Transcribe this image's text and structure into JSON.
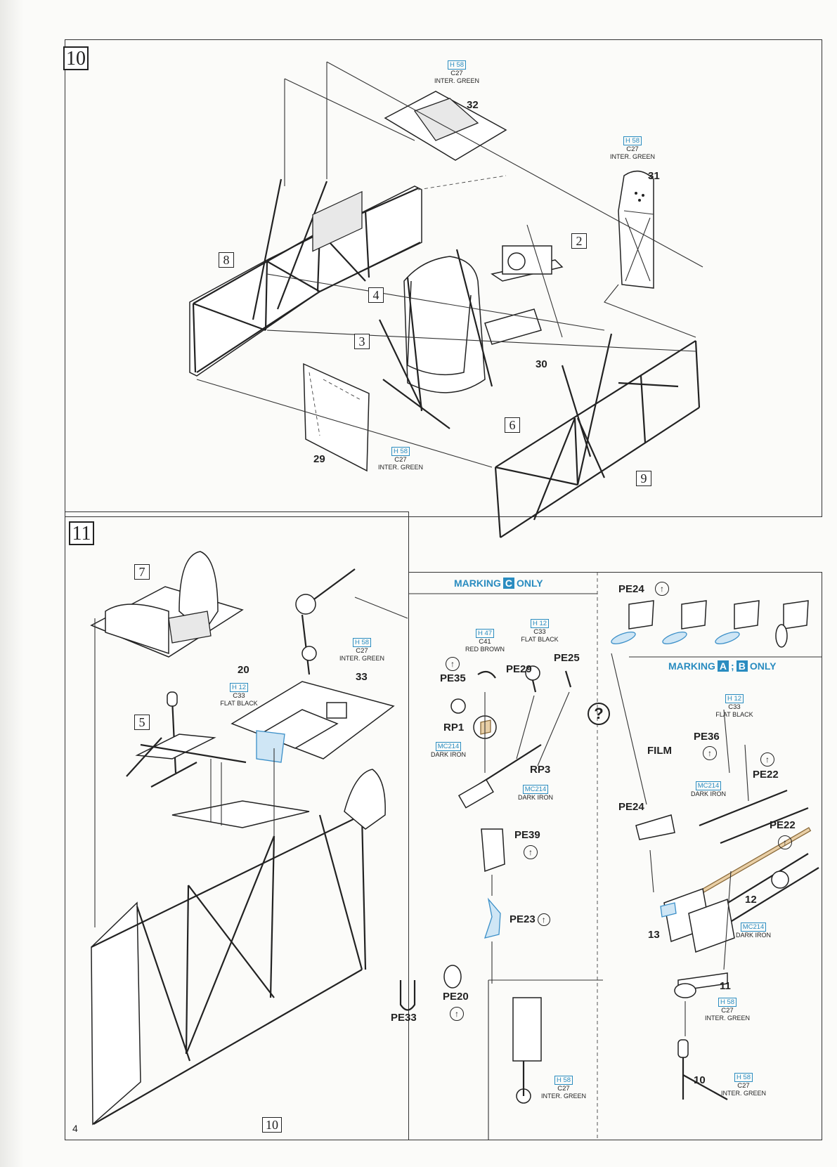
{
  "page_number": "4",
  "colors": {
    "paint_code": "#2a8cc0",
    "ink": "#222222",
    "paper": "#fbfbf9"
  },
  "icons": {
    "bend": "bend-arrow-icon",
    "question": "question-mark-icon",
    "cut": "cut-circle-icon"
  },
  "step10": {
    "number": "10",
    "parts": {
      "p32": "32",
      "p31": "31",
      "p30": "30",
      "p29": "29"
    },
    "boxed": {
      "b2": "2",
      "b3": "3",
      "b4": "4",
      "b6": "6",
      "b8": "8",
      "b9": "9"
    },
    "paint_a": {
      "code": "H 58",
      "c": "C27",
      "name": "INTER. GREEN"
    },
    "paint_b": {
      "code": "H 58",
      "c": "C27",
      "name": "INTER. GREEN"
    },
    "paint_c": {
      "code": "H 58",
      "c": "C27",
      "name": "INTER. GREEN"
    }
  },
  "step11": {
    "number": "11",
    "boxed": {
      "b7": "7",
      "b5": "5",
      "b10": "10"
    },
    "parts": {
      "p20": "20",
      "p33": "33"
    },
    "paint_black": {
      "code": "H 12",
      "c": "C33",
      "name": "FLAT BLACK"
    },
    "paint_green": {
      "code": "H 58",
      "c": "C27",
      "name": "INTER. GREEN"
    }
  },
  "marking_c": {
    "prefix": "MARKING",
    "letter": "C",
    "suffix": "ONLY",
    "labels": {
      "pe35": "PE35",
      "pe29": "PE29",
      "pe25": "PE25",
      "rp1": "RP1",
      "rp3": "RP3",
      "pe39": "PE39",
      "pe23": "PE23",
      "pe20": "PE20",
      "pe33": "PE33"
    },
    "paint_brown": {
      "code": "H 47",
      "c": "C41",
      "name": "RED BROWN"
    },
    "paint_black": {
      "code": "H 12",
      "c": "C33",
      "name": "FLAT BLACK"
    },
    "paint_iron1": {
      "code": "MC214",
      "name": "DARK IRON"
    },
    "paint_iron2": {
      "code": "MC214",
      "name": "DARK IRON"
    },
    "paint_green": {
      "code": "H 58",
      "c": "C27",
      "name": "INTER. GREEN"
    }
  },
  "pe24_top": {
    "label": "PE24"
  },
  "marking_ab": {
    "prefix": "MARKING",
    "letter_a": "A",
    "sep": ";",
    "letter_b": "B",
    "suffix": "ONLY",
    "labels": {
      "pe36": "PE36",
      "film": "FILM",
      "pe22a": "PE22",
      "pe22b": "PE22",
      "pe24": "PE24",
      "p12": "12",
      "p13": "13",
      "p11": "11",
      "p10": "10"
    },
    "paint_black": {
      "code": "H 12",
      "c": "C33",
      "name": "FLAT BLACK"
    },
    "paint_iron1": {
      "code": "MC214",
      "name": "DARK IRON"
    },
    "paint_iron2": {
      "code": "MC214",
      "name": "DARK IRON"
    },
    "paint_green1": {
      "code": "H 58",
      "c": "C27",
      "name": "INTER. GREEN"
    },
    "paint_green2": {
      "code": "H 58",
      "c": "C27",
      "name": "INTER. GREEN"
    }
  },
  "question_mark": "?"
}
